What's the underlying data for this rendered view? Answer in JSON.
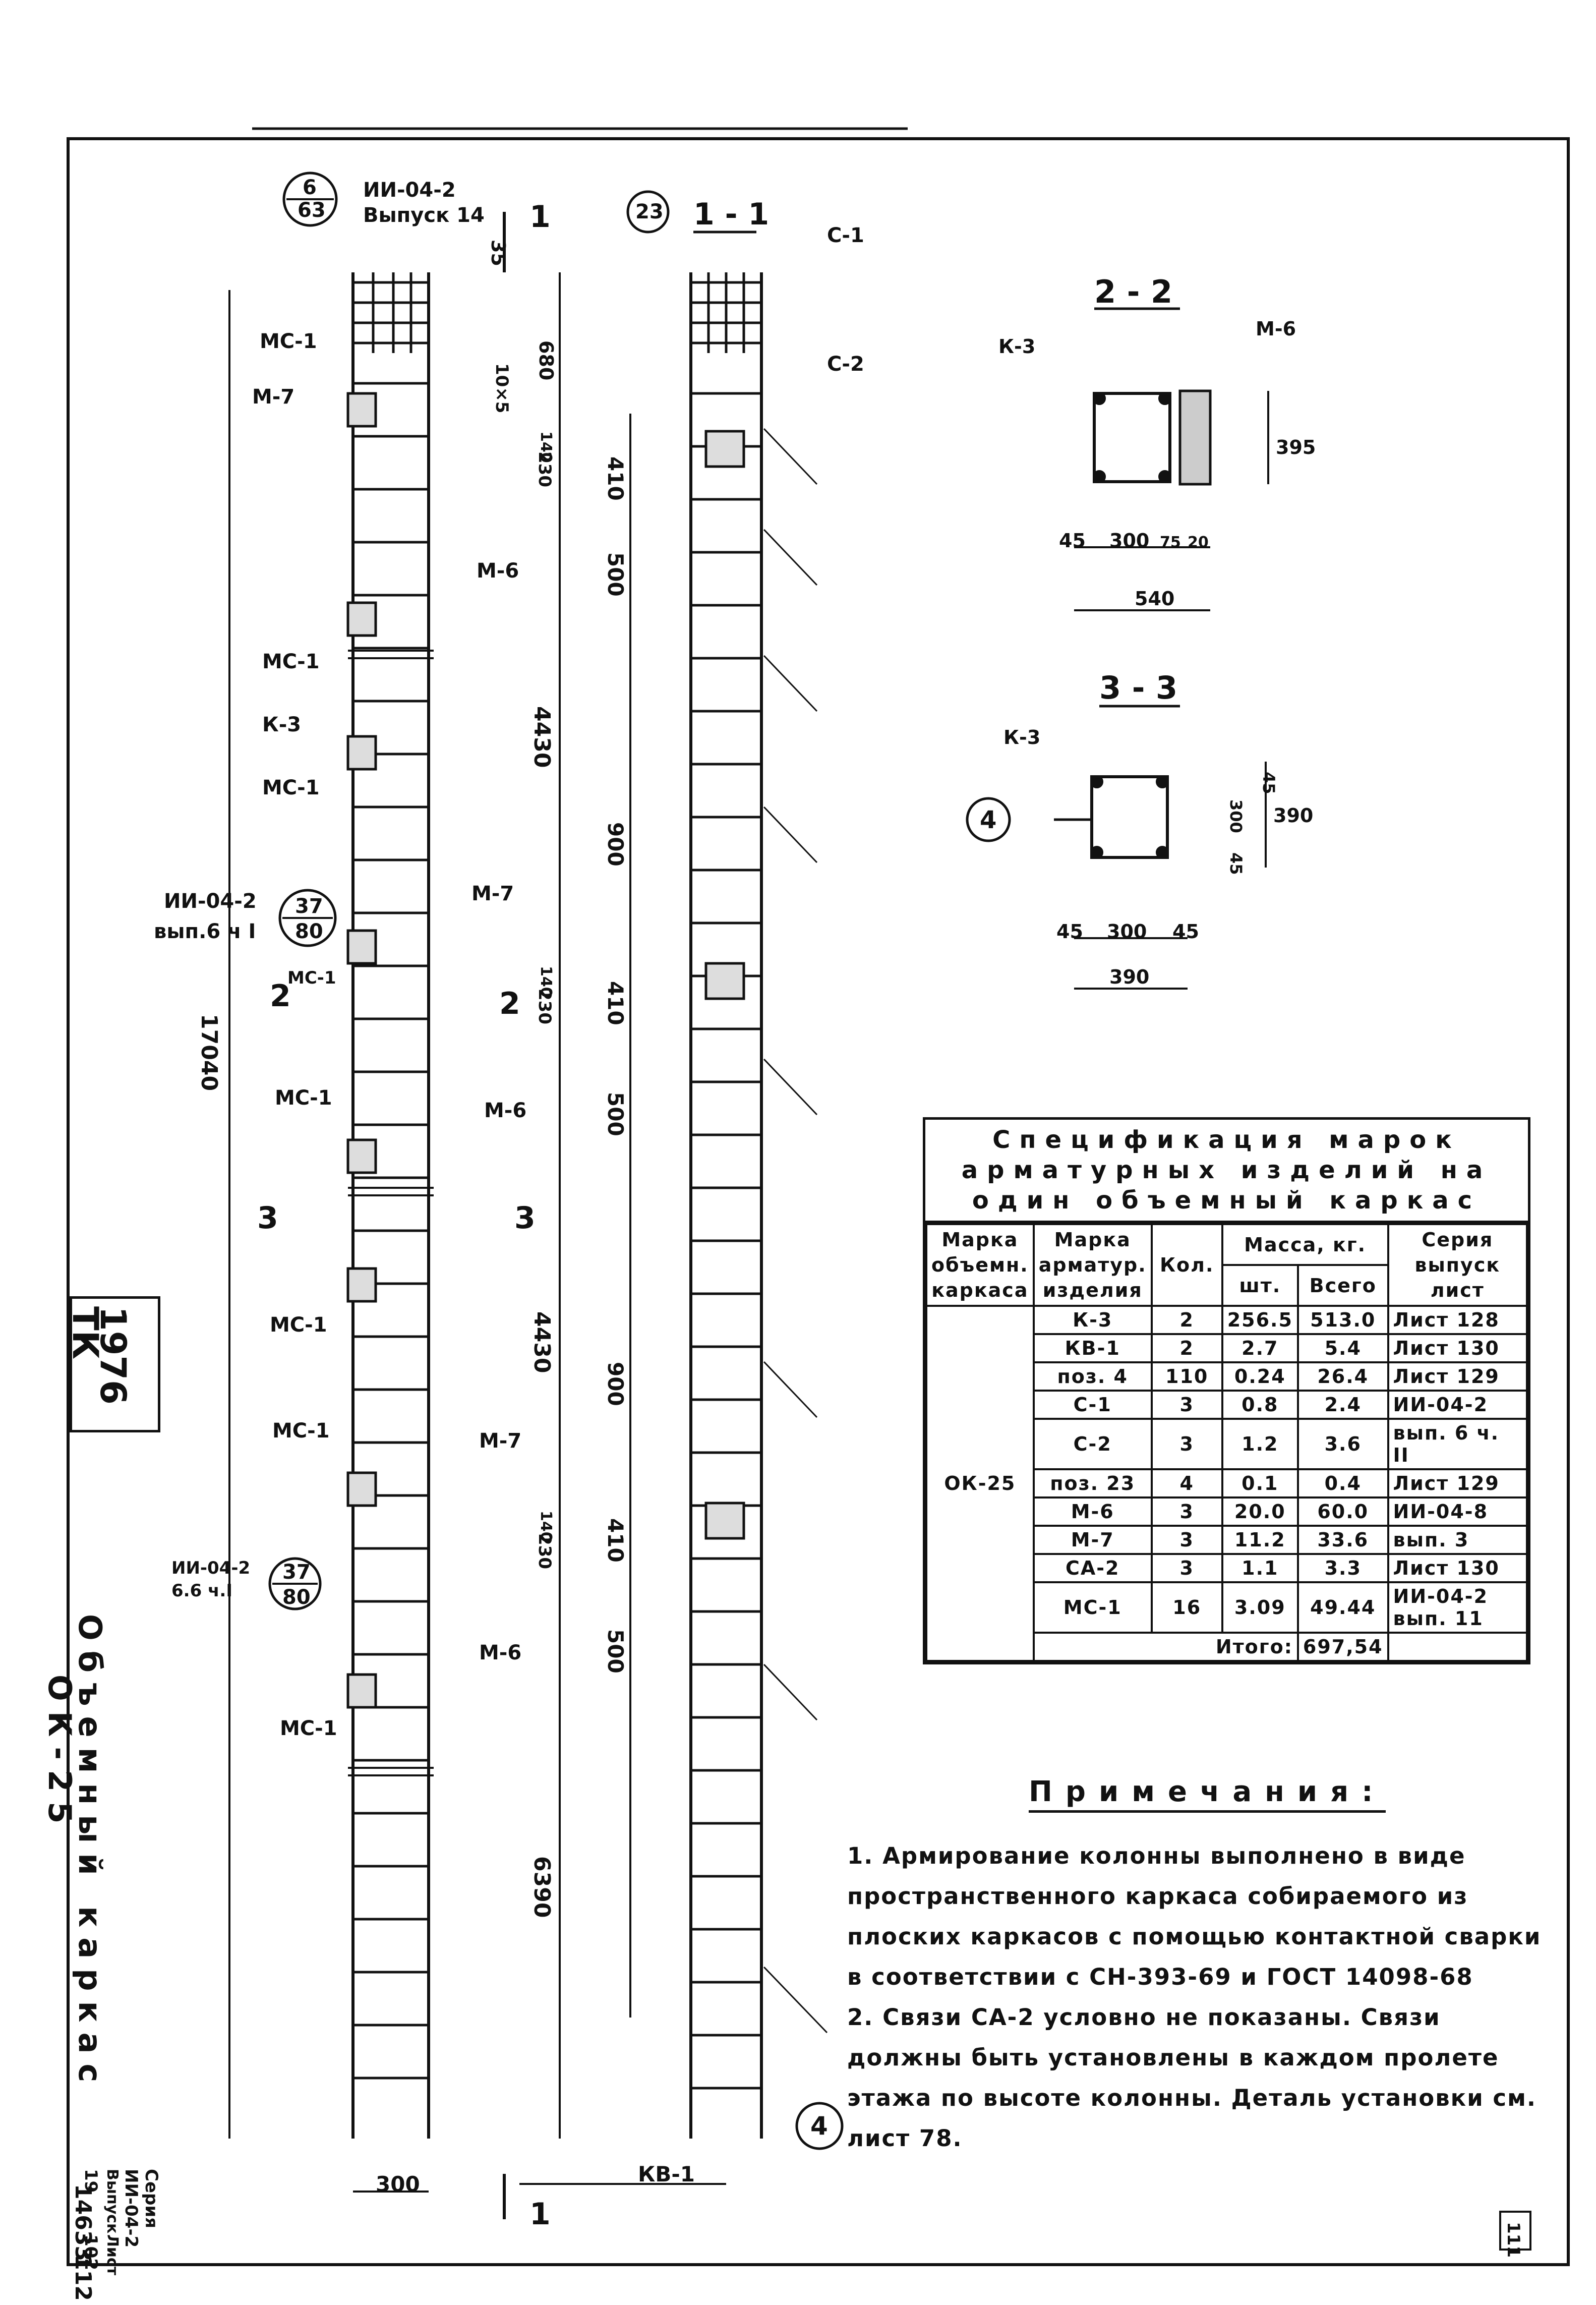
{
  "drawing": {
    "title_line1": "Объемный каркас",
    "title_line2": "ОК-25",
    "stamp_org": "ТК",
    "stamp_number": "1976",
    "series_label": "Серия",
    "series_value": "ИИ-04-2",
    "issue_label": "Выпуск",
    "issue_value": "19",
    "sheet_label": "Лист",
    "sheet_value": "102",
    "archive_number": "14633",
    "page_number": "112",
    "corner_mark": "111"
  },
  "elevation": {
    "ref_top_num": "6",
    "ref_top_den": "63",
    "ref_top_series": "ИИ-04-2",
    "ref_top_issue": "Выпуск 14",
    "ref_mid_series": "ИИ-04-2",
    "ref_mid_issue": "вып.6 ч I",
    "ref_mid_num": "37",
    "ref_mid_den": "80",
    "ref_low_series": "ИИ-04-2",
    "ref_low_issue": "6.6 ч.I",
    "ref_low_num": "37",
    "ref_low_den": "80",
    "mc1": "МС-1",
    "m7": "М-7",
    "m6": "М-6",
    "k3": "К-3",
    "dim_35": "35",
    "dim_680": "680",
    "dim_10x5": "10×5",
    "dim_230": "230",
    "dim_140": "140",
    "dim_4430": "4430",
    "dim_17040": "17040",
    "dim_6390": "6390",
    "dim_300": "300",
    "sec_1": "1",
    "sec_2": "2",
    "sec_3": "3"
  },
  "section11": {
    "title": "1 - 1",
    "ref": "23",
    "c1": "С-1",
    "c2": "С-2",
    "dim_410": "410",
    "dim_500": "500",
    "dim_900": "900",
    "kv1": "КВ-1",
    "ref4": "4"
  },
  "section22": {
    "title": "2 - 2",
    "k3": "К-3",
    "m6": "М-6",
    "d45": "45",
    "d300": "300",
    "d75": "75",
    "d20": "20",
    "d540": "540",
    "d395": "395"
  },
  "section33": {
    "title": "3 - 3",
    "k3": "К-3",
    "ref4": "4",
    "d45": "45",
    "d300": "300",
    "d390": "390"
  },
  "spec": {
    "caption1": "Спецификация марок",
    "caption2": "арматурных изделий на",
    "caption3": "один объемный каркас",
    "h_frame": "Марка объемн. каркаса",
    "h_item": "Марка арматур. изделия",
    "h_qty": "Кол.",
    "h_mass": "Масса, кг.",
    "h_each": "шт.",
    "h_total": "Всего",
    "h_series": "Серия выпуск лист",
    "frame": "ОК-25",
    "rows": [
      {
        "item": "К-3",
        "qty": "2",
        "each": "256.5",
        "total": "513.0",
        "ref": "Лист 128"
      },
      {
        "item": "КВ-1",
        "qty": "2",
        "each": "2.7",
        "total": "5.4",
        "ref": "Лист 130"
      },
      {
        "item": "поз. 4",
        "qty": "110",
        "each": "0.24",
        "total": "26.4",
        "ref": "Лист 129"
      },
      {
        "item": "С-1",
        "qty": "3",
        "each": "0.8",
        "total": "2.4",
        "ref": "ИИ-04-2"
      },
      {
        "item": "С-2",
        "qty": "3",
        "each": "1.2",
        "total": "3.6",
        "ref": "вып. 6 ч. II"
      },
      {
        "item": "поз. 23",
        "qty": "4",
        "each": "0.1",
        "total": "0.4",
        "ref": "Лист 129"
      },
      {
        "item": "М-6",
        "qty": "3",
        "each": "20.0",
        "total": "60.0",
        "ref": "ИИ-04-8"
      },
      {
        "item": "М-7",
        "qty": "3",
        "each": "11.2",
        "total": "33.6",
        "ref": "вып. 3"
      },
      {
        "item": "СА-2",
        "qty": "3",
        "each": "1.1",
        "total": "3.3",
        "ref": "Лист 130"
      },
      {
        "item": "МС-1",
        "qty": "16",
        "each": "3.09",
        "total": "49.44",
        "ref": "ИИ-04-2 вып. 11"
      }
    ],
    "total_label": "Итого:",
    "total_value": "697,54"
  },
  "notes": {
    "title": "Примечания:",
    "n1": "1. Армирование колонны выполнено в виде пространственного каркаса собираемого из плоских каркасов с помощью контактной сварки в соответствии с СН-393-69 и ГОСТ 14098-68",
    "n2": "2. Связи СА-2 условно не показаны. Связи должны быть установлены в каждом пролете этажа по высоте колонны. Деталь установки см. лист 78."
  }
}
